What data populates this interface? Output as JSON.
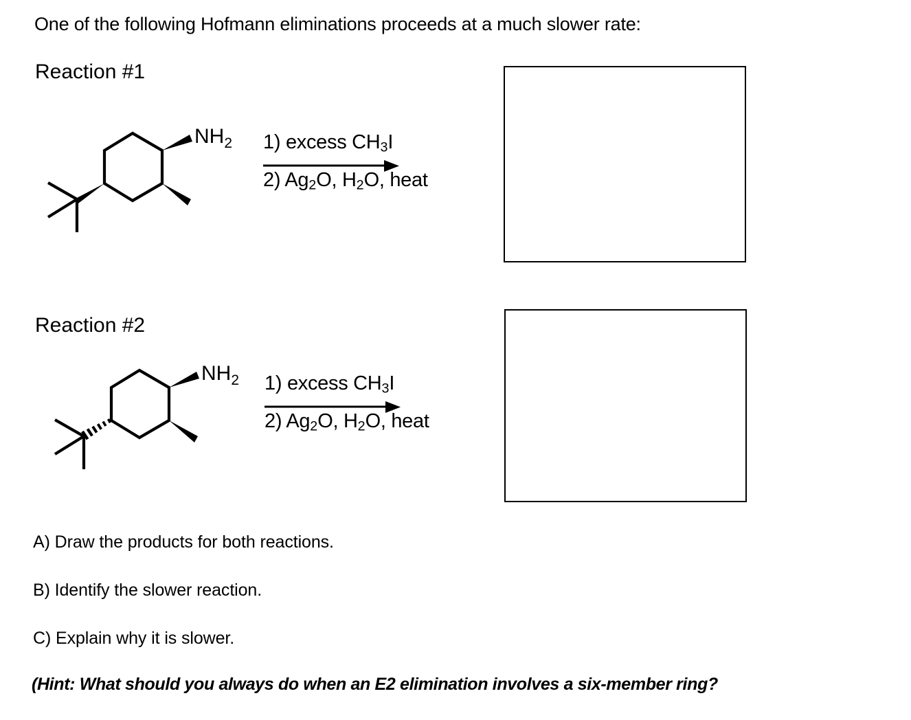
{
  "prompt": "One of the following Hofmann eliminations proceeds at a much slower rate:",
  "reactions": [
    {
      "label": "Reaction #1",
      "substrate": {
        "core": "cyclohexane",
        "amine_label": "NH",
        "amine_sub": "2",
        "amine_bond": "wedge",
        "methyl_bond": "wedge",
        "tert_butyl_bond": "wedge"
      },
      "reagents": {
        "step1_prefix": "1) excess CH",
        "step1_sub": "3",
        "step1_suffix": "I",
        "step2_a": "2) Ag",
        "step2_sub_a": "2",
        "step2_b": "O, H",
        "step2_sub_b": "2",
        "step2_c": "O, heat"
      },
      "answer_box_placeholder": ""
    },
    {
      "label": "Reaction #2",
      "substrate": {
        "core": "cyclohexane",
        "amine_label": "NH",
        "amine_sub": "2",
        "amine_bond": "wedge",
        "methyl_bond": "wedge",
        "tert_butyl_bond": "hash"
      },
      "reagents": {
        "step1_prefix": "1) excess CH",
        "step1_sub": "3",
        "step1_suffix": "I",
        "step2_a": "2) Ag",
        "step2_sub_a": "2",
        "step2_b": "O, H",
        "step2_sub_b": "2",
        "step2_c": "O, heat"
      },
      "answer_box_placeholder": ""
    }
  ],
  "questions": [
    "A) Draw the products for both reactions.",
    "B)  Identify the slower reaction.",
    "C)  Explain why it is slower."
  ],
  "hint": "(Hint: What should you always do when an E2 elimination involves a six-member ring?",
  "colors": {
    "ink": "#000000",
    "paper": "#ffffff"
  }
}
